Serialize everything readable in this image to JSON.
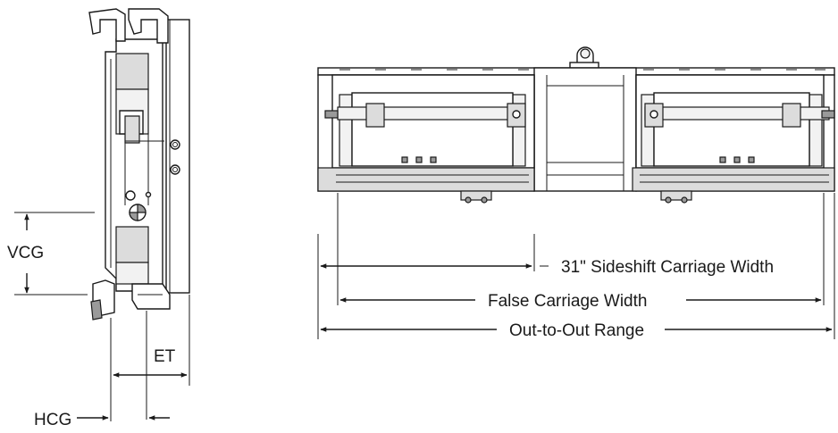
{
  "labels": {
    "vcg": "VCG",
    "et": "ET",
    "hcg": "HCG",
    "sideshift_width": "31\" Sideshift Carriage Width",
    "false_carriage_width": "False Carriage Width",
    "out_to_out_range": "Out-to-Out Range"
  }
}
